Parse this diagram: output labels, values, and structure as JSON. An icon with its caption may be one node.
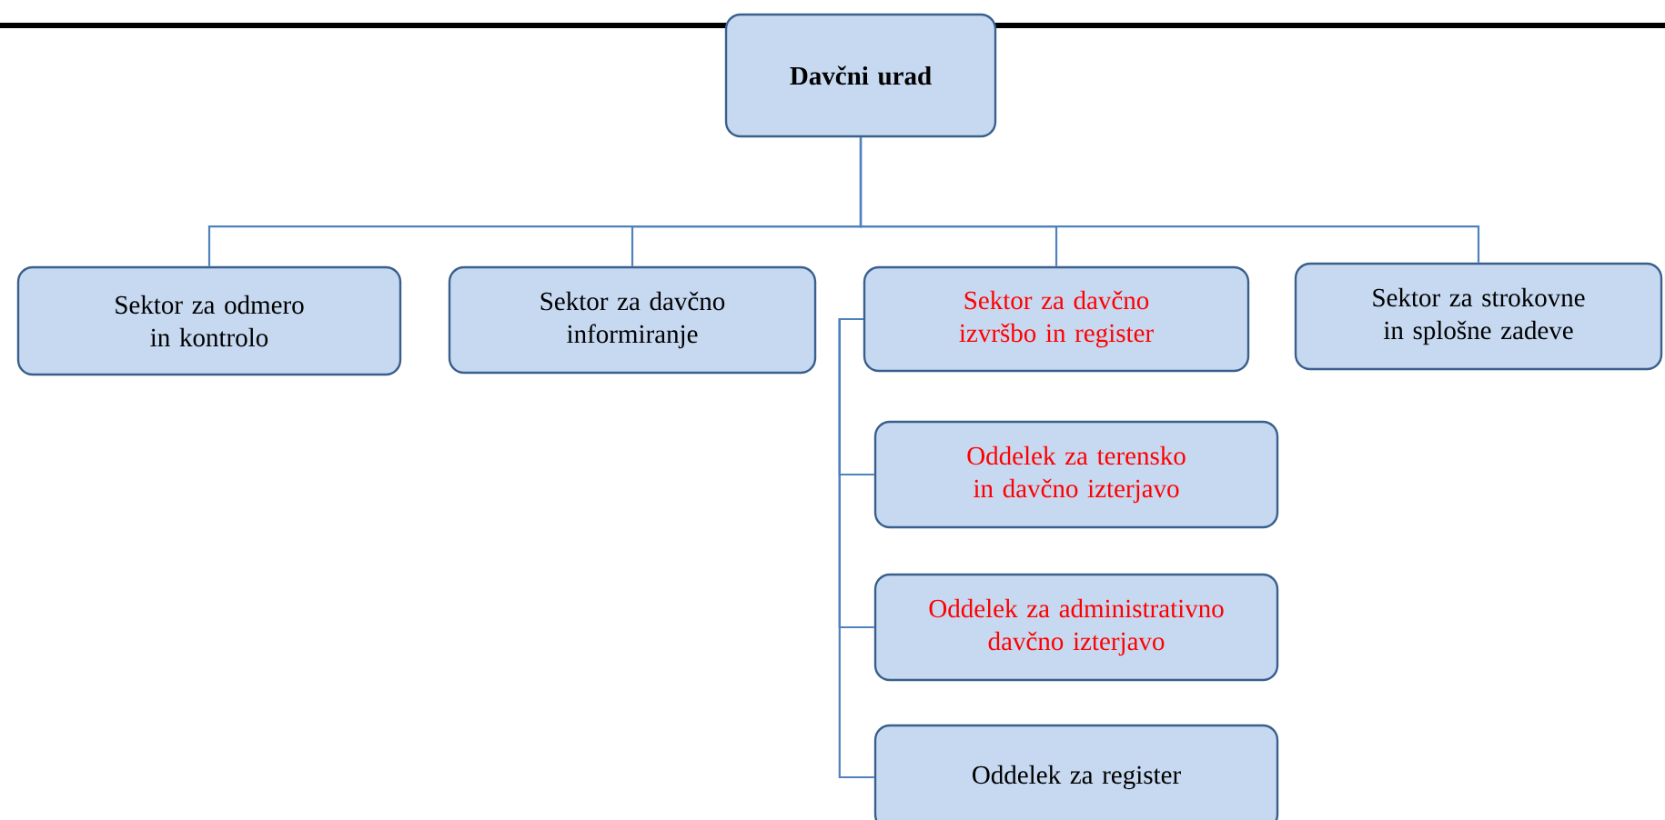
{
  "diagram": {
    "nodes": [
      {
        "text": [
          "**Davčni urad**"
        ]
      },
      {
        "text": [
          "Sektor za odmero in kontrolo"
        ]
      },
      {
        "text": [
          "Sektor za davčno informiranje"
        ]
      },
      {
        "text": [
          "Sektor za davčno izvršbo in register"
        ]
      },
      {
        "text": [
          "Sektor za strokovne in splošne zadeve"
        ]
      },
      {
        "text": [
          "Oddelek za terensko in davčno izterjavo"
        ]
      },
      {
        "text": [
          "Oddelek za administrativno davčno izterjavo"
        ]
      },
      {
        "text": [
          "Oddelek za register"
        ]
      }
    ],
    "edges": [
      {
        "from": 0,
        "to": 1,
        "arrow": "none"
      },
      {
        "from": 0,
        "to": 2,
        "arrow": "none"
      },
      {
        "from": 0,
        "to": 3,
        "arrow": "none"
      },
      {
        "from": 0,
        "to": 4,
        "arrow": "none"
      },
      {
        "from": 3,
        "to": 5,
        "arrow": "none"
      },
      {
        "from": 3,
        "to": 6,
        "arrow": "none"
      },
      {
        "from": 3,
        "to": 7,
        "arrow": "none"
      }
    ]
  }
}
